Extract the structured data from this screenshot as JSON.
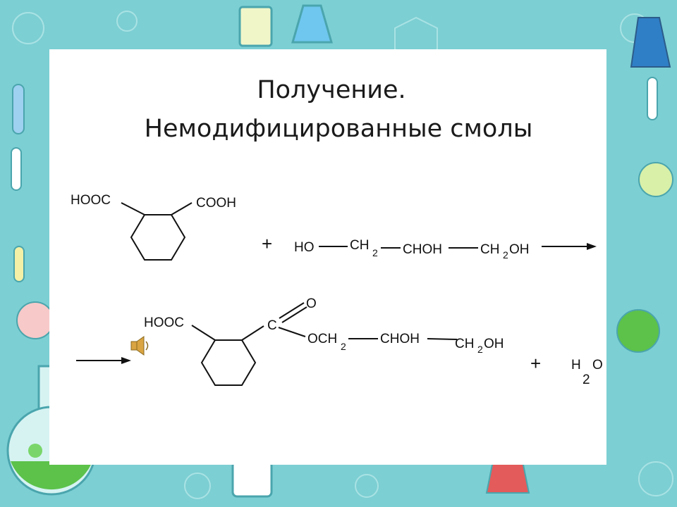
{
  "slide": {
    "title_line1": "Получение.",
    "title_line2": "Немодифицированные смолы"
  },
  "reaction": {
    "reactant1": {
      "left_group": "HOOC",
      "right_group": "COOH"
    },
    "plus1": "+",
    "reactant2": {
      "g1": "HO",
      "g2": "CH",
      "g2_sub": "2",
      "g3": "CHOH",
      "g4a": "CH",
      "g4_sub": "2",
      "g4b": "OH"
    },
    "product": {
      "left_group": "HOOC",
      "carbon": "C",
      "oxygen": "O",
      "g1": "OCH",
      "g1_sub": "2",
      "g2": "CHOH",
      "g3a": "CH",
      "g3_sub": "2",
      "g3b": "OH"
    },
    "plus2": "+",
    "water": {
      "h": "H",
      "sub": "2",
      "o": "O"
    }
  },
  "decor": {
    "icons": [
      "beaker-icon",
      "flask-icon",
      "test-tube-icon",
      "speaker-icon"
    ],
    "colors": {
      "frame": "#7ccfd3",
      "slide": "#ffffff",
      "flask_green": "#5cc24a",
      "beaker_red": "#e35b5b"
    }
  }
}
